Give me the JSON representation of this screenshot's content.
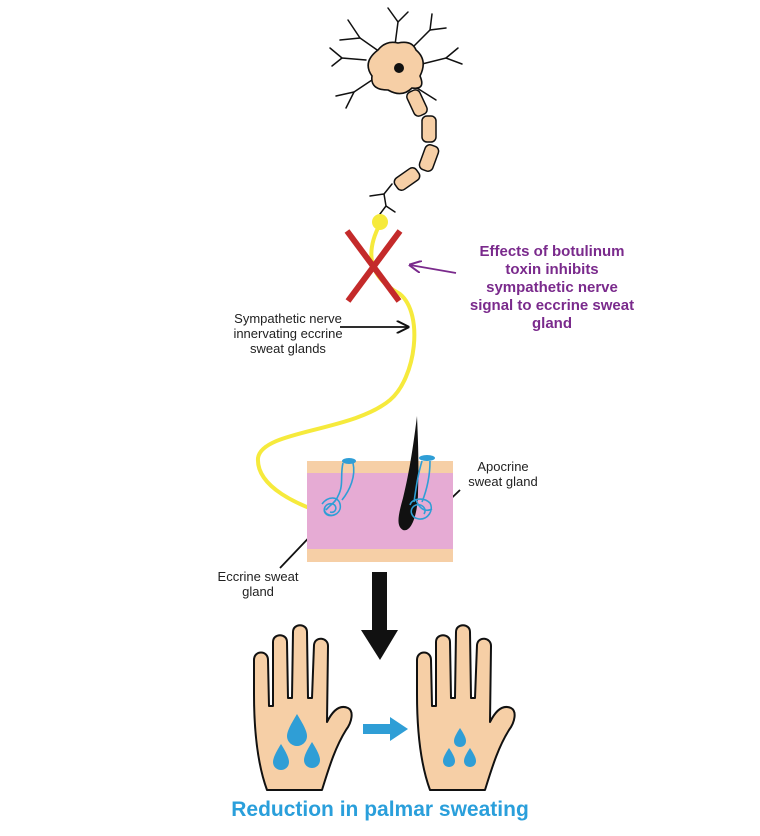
{
  "labels": {
    "effect": "Effects of botulinum\ntoxin inhibits\nsympathetic nerve\nsignal to eccrine sweat\ngland",
    "nerve": "Sympathetic nerve\ninnervating eccrine\nsweat glands",
    "apocrine": "Apocrine\nsweat gland",
    "eccrine": "Eccrine sweat\ngland",
    "title": "Reduction in palmar sweating"
  },
  "colors": {
    "skin": "#f6cfa6",
    "dermis": "#e6abd4",
    "gland": "#2f9ed6",
    "nerve_fiber": "#f6ea3c",
    "block_cross": "#c42a2a",
    "effect_text": "#7a2a8c",
    "title_text": "#2a9fdb"
  }
}
